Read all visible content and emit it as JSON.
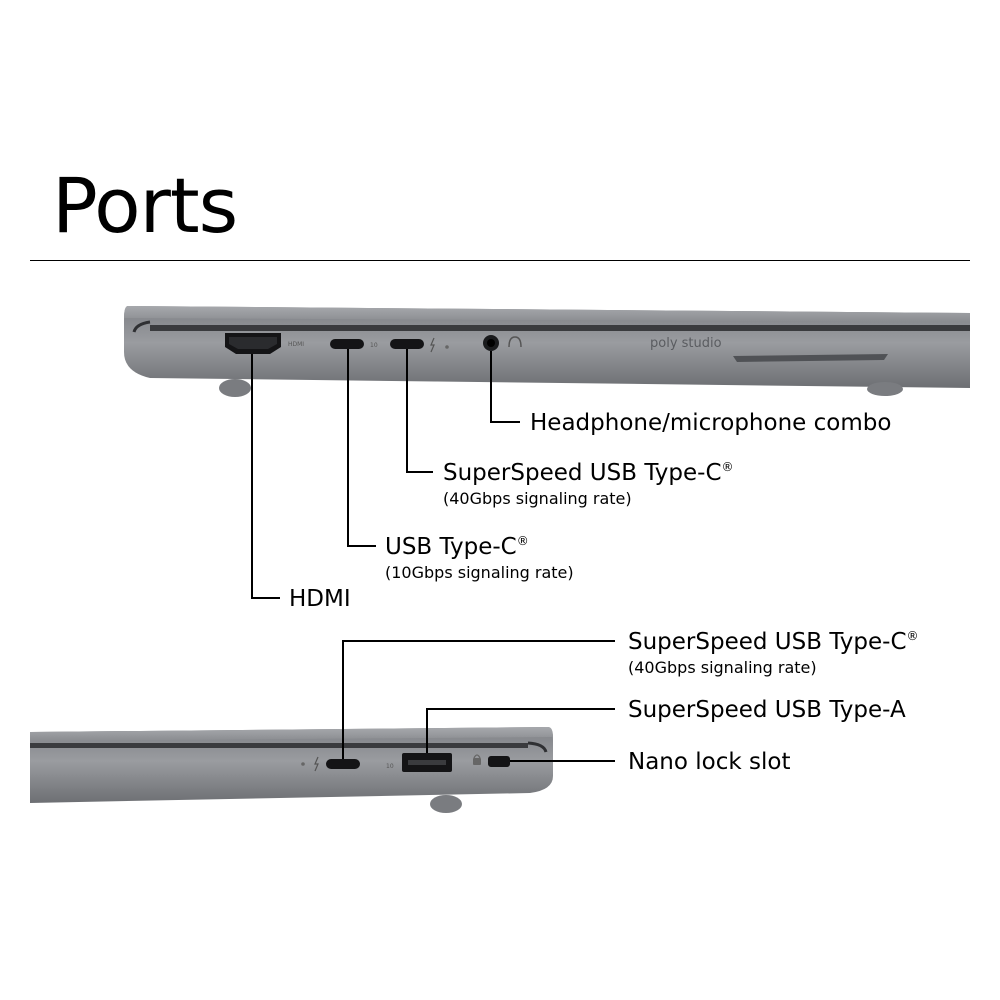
{
  "title": "Ports",
  "right_side": {
    "brand_mark": "poly studio",
    "port_marks": {
      "hdmi": "HDMI",
      "usb_c_rate": "10"
    },
    "labels": {
      "headphone": "Headphone/microphone combo",
      "superspeed_usb_c": "SuperSpeed USB Type-C",
      "superspeed_usb_c_rate": "(40Gbps signaling rate)",
      "usb_c": "USB Type-C",
      "usb_c_rate": "(10Gbps signaling rate)",
      "hdmi": "HDMI"
    }
  },
  "left_side": {
    "port_marks": {
      "usb_a_rate": "10"
    },
    "labels": {
      "superspeed_usb_c": "SuperSpeed USB Type-C",
      "superspeed_usb_c_rate": "(40Gbps signaling rate)",
      "superspeed_usb_a": "SuperSpeed USB Type-A",
      "nano_lock": "Nano lock slot"
    }
  },
  "registered_mark": "®",
  "colors": {
    "chassis": "#8d8f93",
    "chassis_dark": "#5f6165",
    "port": "#141416",
    "text": "#000000"
  }
}
